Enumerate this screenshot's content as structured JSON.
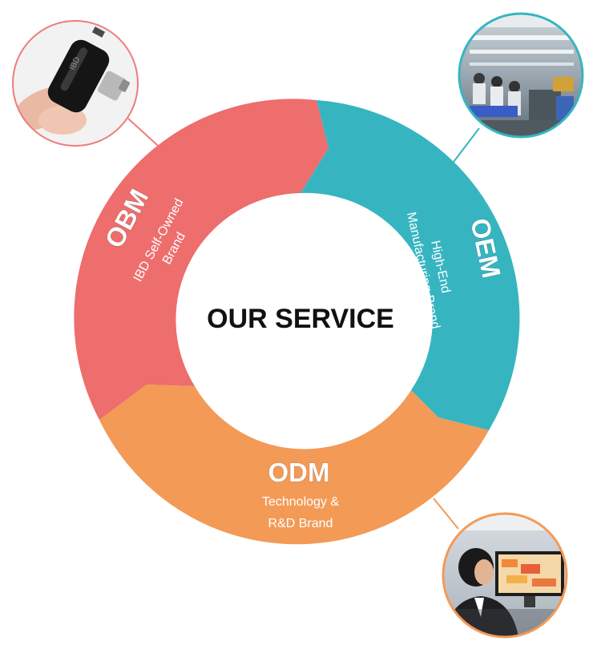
{
  "center": {
    "title": "OUR SERVICE"
  },
  "segments": {
    "obm": {
      "title": "OBM",
      "line1": "IBD Self-Owned",
      "line2": "Brand",
      "color": "#ee6d6d"
    },
    "oem": {
      "title": "OEM",
      "line1": "High-End",
      "line2": "Manufacturing Brand",
      "color": "#36b5c1"
    },
    "odm": {
      "title": "ODM",
      "line1": "Technology &",
      "line2": "R&D Brand",
      "color": "#f39a57"
    }
  },
  "photos": {
    "obm_product_logo": "IBD"
  }
}
